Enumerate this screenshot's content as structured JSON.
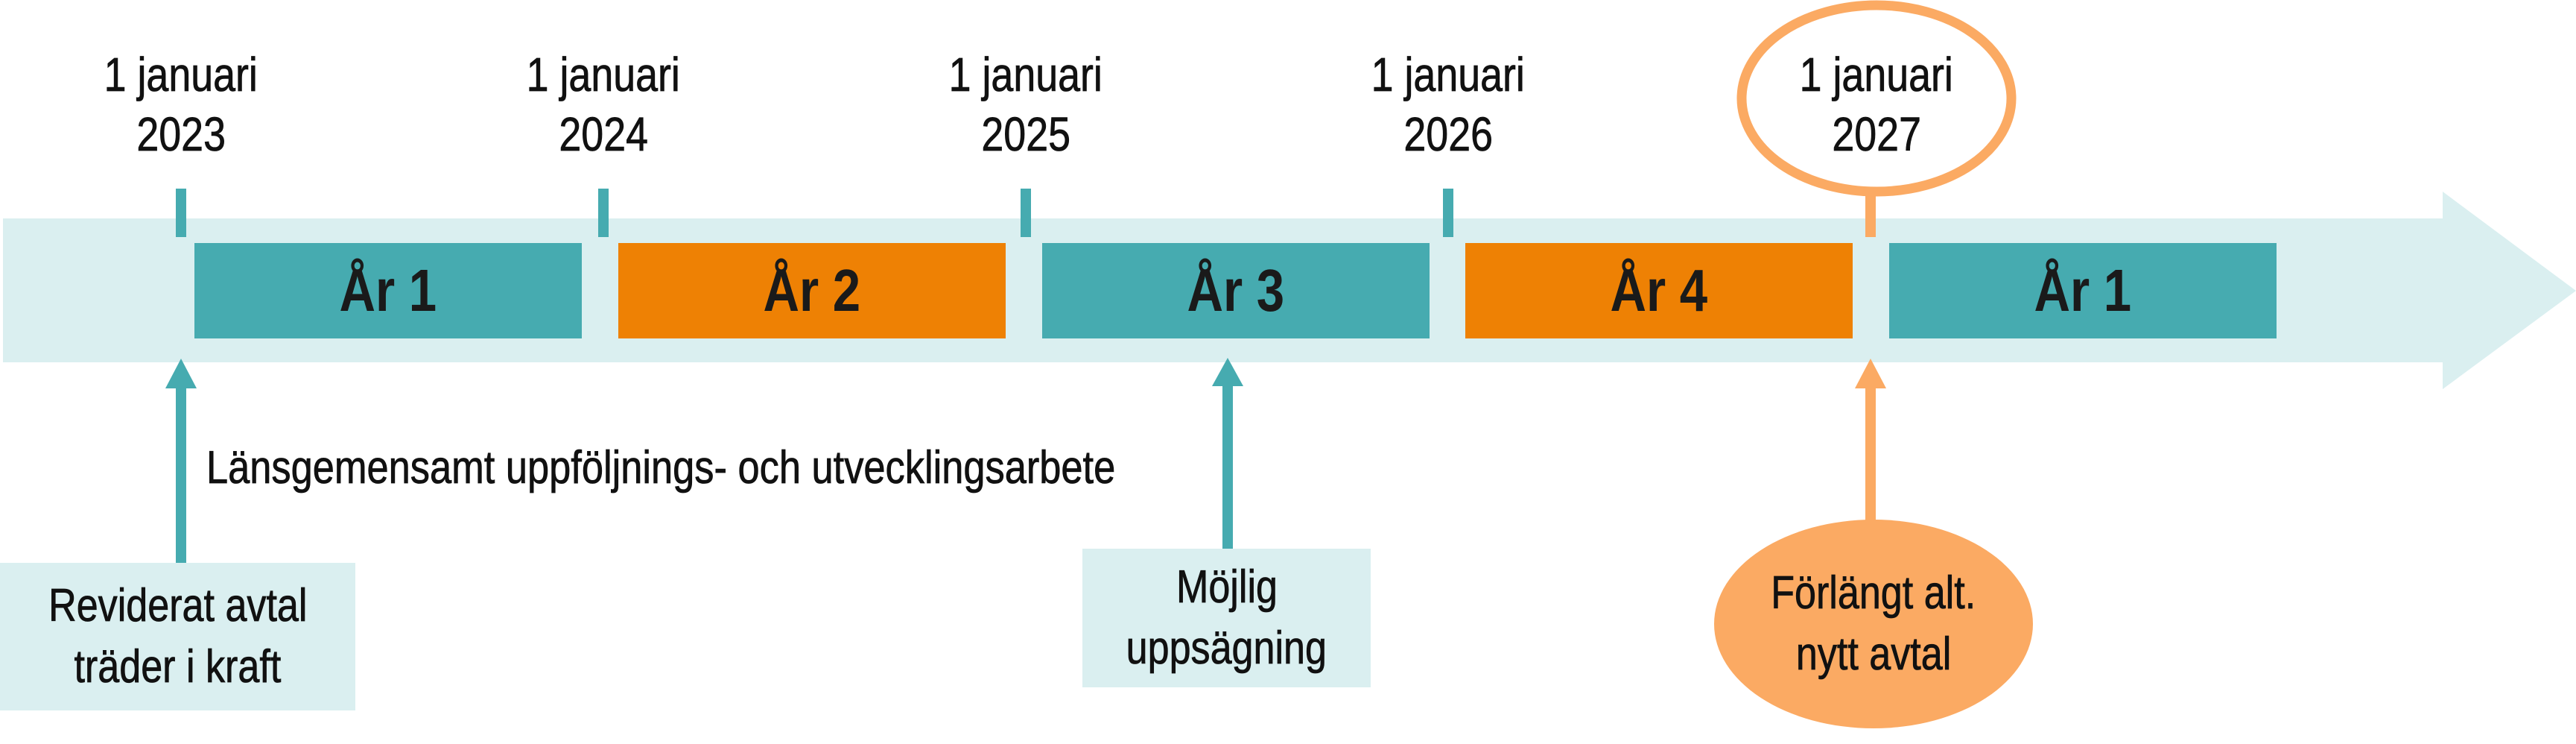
{
  "colors": {
    "band": "#DAEFF0",
    "teal": "#46ABB0",
    "orange": "#EE8104",
    "light_orange": "#FBAA63",
    "text": "#111111"
  },
  "dates": [
    {
      "line1": "1 januari",
      "line2": "2023",
      "highlighted": false
    },
    {
      "line1": "1 januari",
      "line2": "2024",
      "highlighted": false
    },
    {
      "line1": "1 januari",
      "line2": "2025",
      "highlighted": false
    },
    {
      "line1": "1 januari",
      "line2": "2026",
      "highlighted": false
    },
    {
      "line1": "1 januari",
      "line2": "2027",
      "highlighted": true
    }
  ],
  "years": [
    {
      "label": "År 1",
      "color": "teal"
    },
    {
      "label": "År 2",
      "color": "orange"
    },
    {
      "label": "År 3",
      "color": "teal"
    },
    {
      "label": "År 4",
      "color": "orange"
    },
    {
      "label": "År 1",
      "color": "teal"
    }
  ],
  "span_label": "Länsgemensamt uppföljnings- och utvecklingsarbete",
  "notes": {
    "revised": {
      "line1": "Reviderat avtal",
      "line2": "träder i kraft"
    },
    "termination": {
      "line1": "Möjlig",
      "line2": "uppsägning"
    },
    "extension": {
      "line1": "Förlängt alt.",
      "line2": "nytt avtal"
    }
  }
}
